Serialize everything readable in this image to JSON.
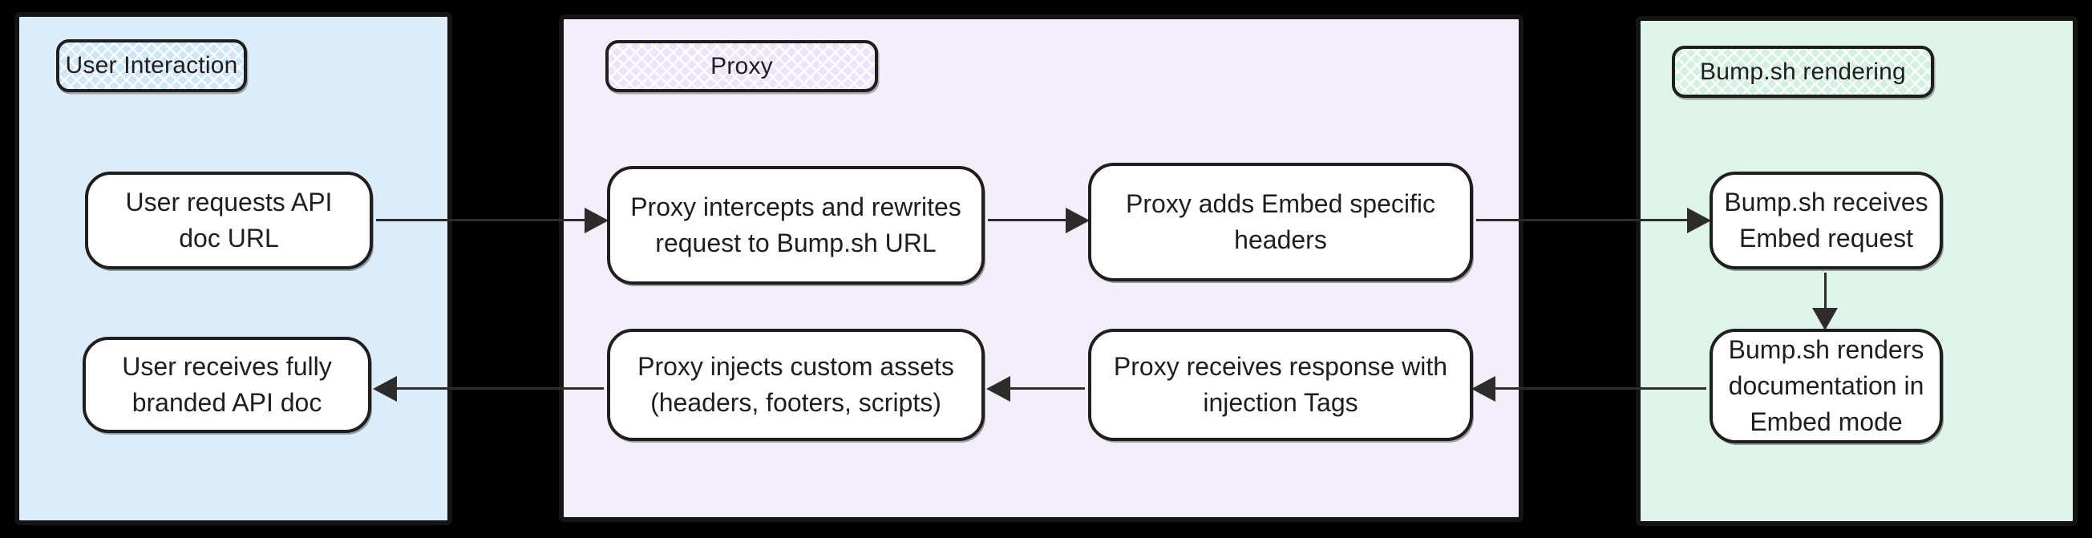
{
  "colors": {
    "background": "#000000",
    "stroke": "#1e1e1e",
    "arrow": "#2c2c2c",
    "node_fill": "#ffffff",
    "blue_fill": "#dcedf9",
    "blue_label_fill": "#cfe6f7",
    "purple_fill": "#f4edfa",
    "purple_label_fill": "#efe3f9",
    "green_fill": "#e0f5ea",
    "green_label_fill": "#d4f0e2"
  },
  "diagram": {
    "sections": [
      {
        "id": "user-interaction",
        "label": "User Interaction"
      },
      {
        "id": "proxy",
        "label": "Proxy"
      },
      {
        "id": "bump-rendering",
        "label": "Bump.sh rendering"
      }
    ],
    "nodes": [
      {
        "id": "user-requests-api-doc-url",
        "section": "user-interaction",
        "text": "User requests API\ndoc URL"
      },
      {
        "id": "proxy-intercepts-rewrites",
        "section": "proxy",
        "text": "Proxy intercepts and rewrites\nrequest to Bump.sh URL"
      },
      {
        "id": "proxy-adds-embed-headers",
        "section": "proxy",
        "text": "Proxy adds Embed specific\nheaders"
      },
      {
        "id": "bump-receives-embed-request",
        "section": "bump-rendering",
        "text": "Bump.sh receives\nEmbed request"
      },
      {
        "id": "bump-renders-embed-mode",
        "section": "bump-rendering",
        "text": "Bump.sh renders\ndocumentation in\nEmbed mode"
      },
      {
        "id": "proxy-receives-response",
        "section": "proxy",
        "text": "Proxy receives response with\ninjection Tags"
      },
      {
        "id": "proxy-injects-custom-assets",
        "section": "proxy",
        "text": "Proxy injects custom assets\n(headers, footers, scripts)"
      },
      {
        "id": "user-receives-branded-doc",
        "section": "user-interaction",
        "text": "User receives fully\nbranded API doc"
      }
    ],
    "edges": [
      {
        "from": "user-requests-api-doc-url",
        "to": "proxy-intercepts-rewrites",
        "direction": "right"
      },
      {
        "from": "proxy-intercepts-rewrites",
        "to": "proxy-adds-embed-headers",
        "direction": "right"
      },
      {
        "from": "proxy-adds-embed-headers",
        "to": "bump-receives-embed-request",
        "direction": "right"
      },
      {
        "from": "bump-receives-embed-request",
        "to": "bump-renders-embed-mode",
        "direction": "down"
      },
      {
        "from": "bump-renders-embed-mode",
        "to": "proxy-receives-response",
        "direction": "left"
      },
      {
        "from": "proxy-receives-response",
        "to": "proxy-injects-custom-assets",
        "direction": "left"
      },
      {
        "from": "proxy-injects-custom-assets",
        "to": "user-receives-branded-doc",
        "direction": "left"
      }
    ]
  }
}
